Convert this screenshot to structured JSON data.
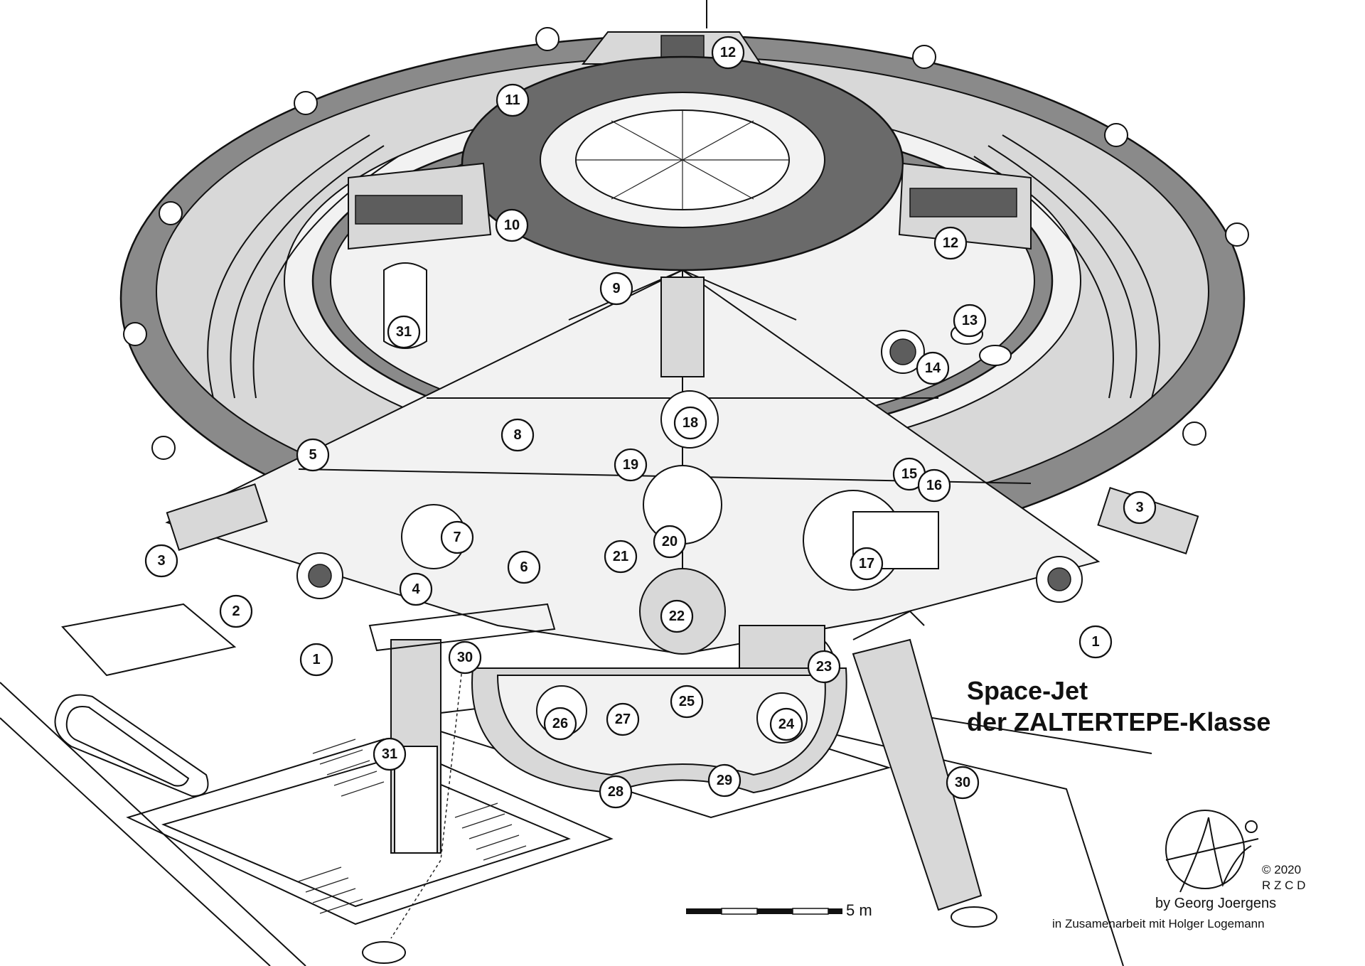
{
  "title": {
    "line1": "Space-Jet",
    "line2": "der ZALTERTEPE-Klasse"
  },
  "credits": {
    "copyright": "© 2020",
    "initials": "R Z C D",
    "author": "by Georg Joergens",
    "collab": "in Zusamenarbeit mit Holger Logemann"
  },
  "scale_bar": {
    "label": "5 m"
  },
  "callouts": [
    "1",
    "1",
    "2",
    "3",
    "3",
    "4",
    "5",
    "6",
    "7",
    "8",
    "9",
    "10",
    "11",
    "12",
    "12",
    "13",
    "14",
    "15",
    "16",
    "17",
    "18",
    "19",
    "20",
    "21",
    "22",
    "23",
    "24",
    "25",
    "26",
    "27",
    "28",
    "29",
    "30",
    "30",
    "31",
    "31"
  ]
}
